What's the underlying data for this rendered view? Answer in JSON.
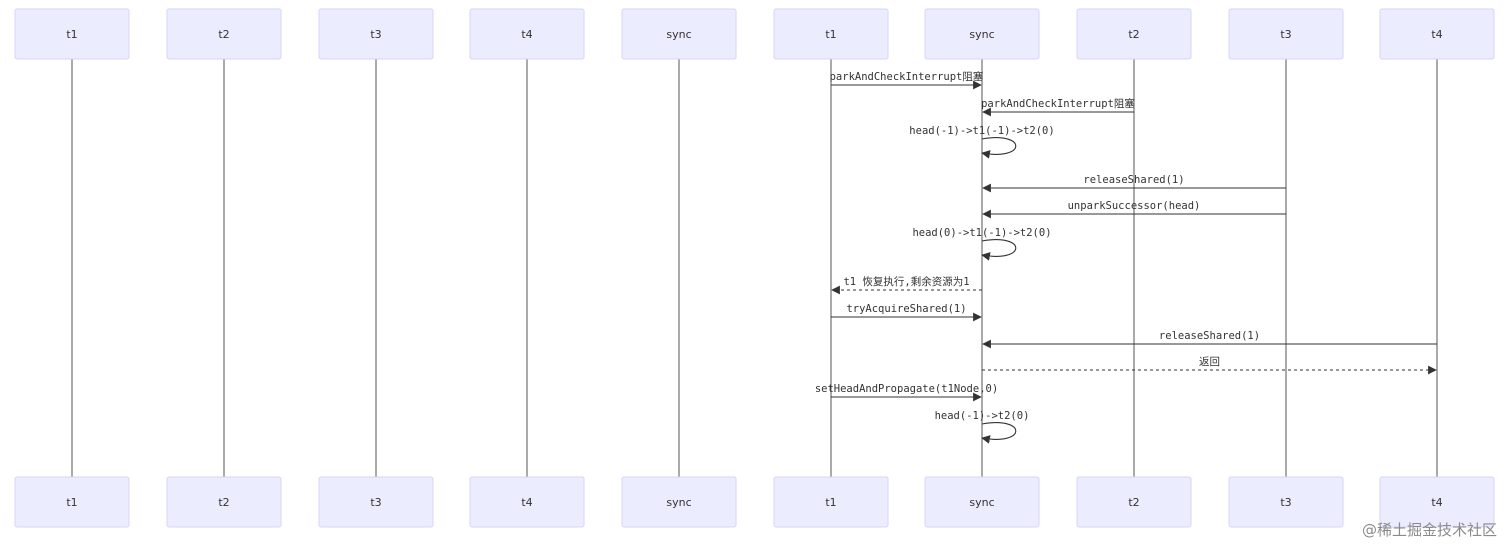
{
  "actors": [
    {
      "id": "p0",
      "label": "t1"
    },
    {
      "id": "p1",
      "label": "t2"
    },
    {
      "id": "p2",
      "label": "t3"
    },
    {
      "id": "p3",
      "label": "t4"
    },
    {
      "id": "p4",
      "label": "sync"
    },
    {
      "id": "p5",
      "label": "t1"
    },
    {
      "id": "p6",
      "label": "sync"
    },
    {
      "id": "p7",
      "label": "t2"
    },
    {
      "id": "p8",
      "label": "t3"
    },
    {
      "id": "p9",
      "label": "t4"
    }
  ],
  "messages": [
    {
      "from": 5,
      "to": 6,
      "text": "parkAndCheckInterrupt阻塞",
      "style": "solid"
    },
    {
      "from": 7,
      "to": 6,
      "text": "parkAndCheckInterrupt阻塞",
      "style": "solid"
    },
    {
      "from": 6,
      "to": 6,
      "text": "head(-1)->t1(-1)->t2(0)",
      "style": "self"
    },
    {
      "from": 8,
      "to": 6,
      "text": "releaseShared(1)",
      "style": "solid"
    },
    {
      "from": 8,
      "to": 6,
      "text": "unparkSuccessor(head)",
      "style": "solid"
    },
    {
      "from": 6,
      "to": 6,
      "text": "head(0)->t1(-1)->t2(0)",
      "style": "self"
    },
    {
      "from": 6,
      "to": 5,
      "text": "t1 恢复执行,剩余资源为1",
      "style": "dashed"
    },
    {
      "from": 5,
      "to": 6,
      "text": "tryAcquireShared(1)",
      "style": "solid"
    },
    {
      "from": 9,
      "to": 6,
      "text": "releaseShared(1)",
      "style": "solid"
    },
    {
      "from": 6,
      "to": 9,
      "text": "返回",
      "style": "dashed"
    },
    {
      "from": 5,
      "to": 6,
      "text": "setHeadAndPropagate(t1Node,0)",
      "style": "solid"
    },
    {
      "from": 6,
      "to": 6,
      "text": "head(-1)->t2(0)",
      "style": "self"
    }
  ],
  "watermark": "@稀土掘金技术社区"
}
